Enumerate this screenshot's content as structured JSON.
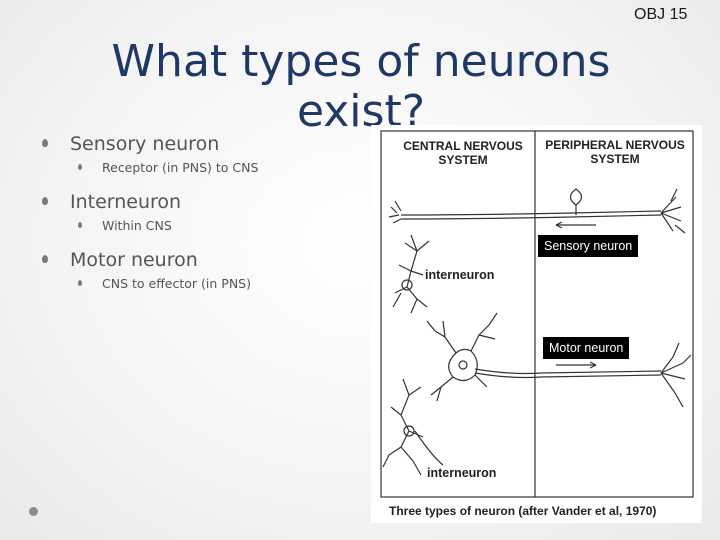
{
  "title": "What types of neurons exist?",
  "objective": "OBJ 15",
  "bullets": [
    {
      "label": "Sensory neuron",
      "sub": "Receptor (in PNS) to CNS"
    },
    {
      "label": "Interneuron",
      "sub": "Within CNS"
    },
    {
      "label": "Motor neuron",
      "sub": "CNS to effector (in PNS)"
    }
  ],
  "figure": {
    "cns_label": "CENTRAL NERVOUS SYSTEM",
    "pns_label": "PERIPHERAL NERVOUS SYSTEM",
    "interneuron_top": "interneuron",
    "interneuron_bottom": "interneuron",
    "sensory_callout": "Sensory neuron",
    "motor_callout": "Motor neuron",
    "caption": "Three types of neuron (after Vander et al, 1970)"
  }
}
